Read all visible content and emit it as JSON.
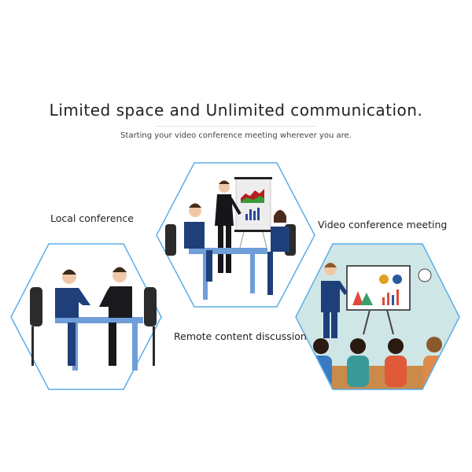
{
  "header": {
    "title": "Limited space and Unlimited communication.",
    "subtitle": "Starting your video conference meeting wherever you are."
  },
  "labels": {
    "local": "Local conference",
    "video": "Video conference meeting",
    "remote": "Remote content discussion"
  },
  "colors": {
    "hex_border": "#5aaee8",
    "suit": "#1f3f7a",
    "table": "#6f9ed8",
    "room_bg": "#cfe6e6"
  }
}
